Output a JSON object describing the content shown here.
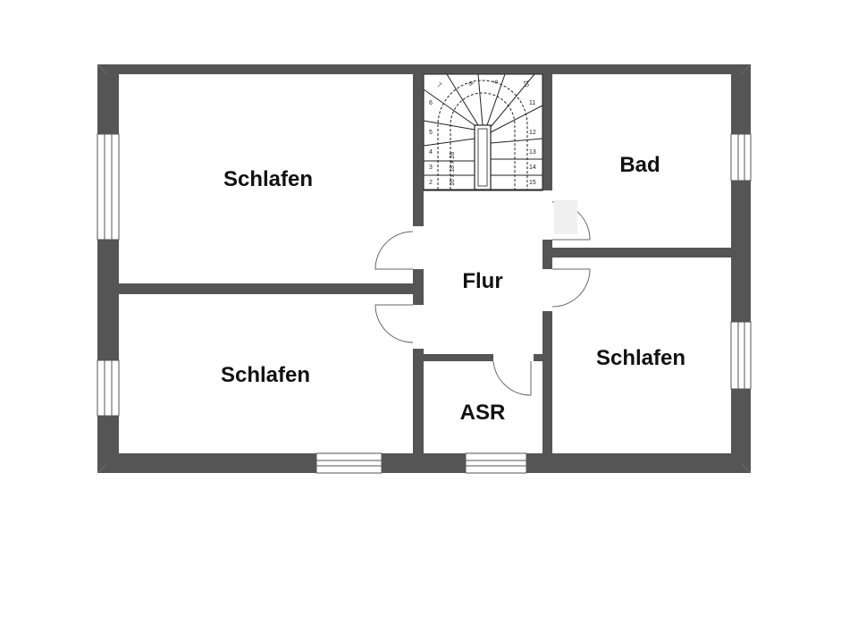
{
  "rooms": {
    "bedroom_top_left": "Schlafen",
    "bedroom_bottom_left": "Schlafen",
    "bedroom_right": "Schlafen",
    "bathroom": "Bad",
    "hallway": "Flur",
    "storage": "ASR"
  },
  "stairs": {
    "step_numbers": [
      "2",
      "3",
      "4",
      "5",
      "6",
      "7",
      "8",
      "9",
      "10",
      "11",
      "12",
      "13",
      "14",
      "15"
    ],
    "spec": "16 x 18 x 28"
  },
  "colors": {
    "wall": "#555555",
    "background": "#ffffff",
    "window_glass": "#ffffff"
  }
}
